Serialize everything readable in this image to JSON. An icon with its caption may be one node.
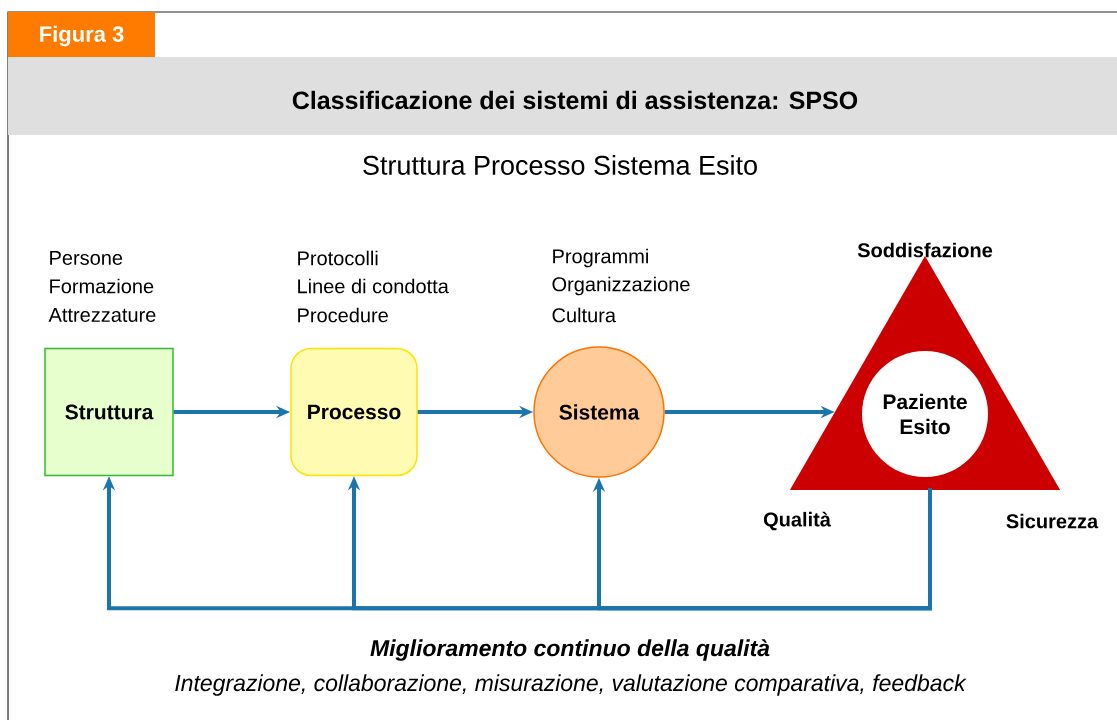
{
  "diagram": {
    "title": "Classificazione dei sistemi di assistenza: SPSO",
    "nodes": [
      {
        "text": [
          "Struttura"
        ],
        "beside": [
          "Persone",
          "Formazione",
          "Attrezzature"
        ]
      },
      {
        "text": [
          "Processo"
        ],
        "beside": [
          "Protocolli",
          "Linee di condotta",
          "Procedure"
        ]
      },
      {
        "text": [
          "Sistema"
        ],
        "beside": [
          "Programmi",
          "Organizzazione",
          "Cultura"
        ]
      },
      {
        "text": [],
        "shape": "triangle",
        "beside": [
          "Soddisfazione",
          "Qualità",
          "Sicurezza"
        ]
      },
      {
        "text": [
          "Paziente Esito"
        ],
        "in": 3
      }
    ],
    "edges": [
      {
        "from": 0,
        "to": 1,
        "arrow": "to"
      },
      {
        "from": 1,
        "to": 2,
        "arrow": "to"
      },
      {
        "from": 2,
        "to": 3,
        "arrow": "to"
      },
      {
        "from": 3,
        "to": 0,
        "arrow": "to"
      },
      {
        "from": 3,
        "to": 1,
        "arrow": "to"
      },
      {
        "from": 3,
        "to": 2,
        "arrow": "to"
      }
    ],
    "labels": [
      "Figura 3",
      "Struttura Processo Sistema Esito",
      "Miglioramento continuo della qualità",
      "Integrazione, collaborazione, misurazione, valutazione comparativa, feedback"
    ]
  }
}
